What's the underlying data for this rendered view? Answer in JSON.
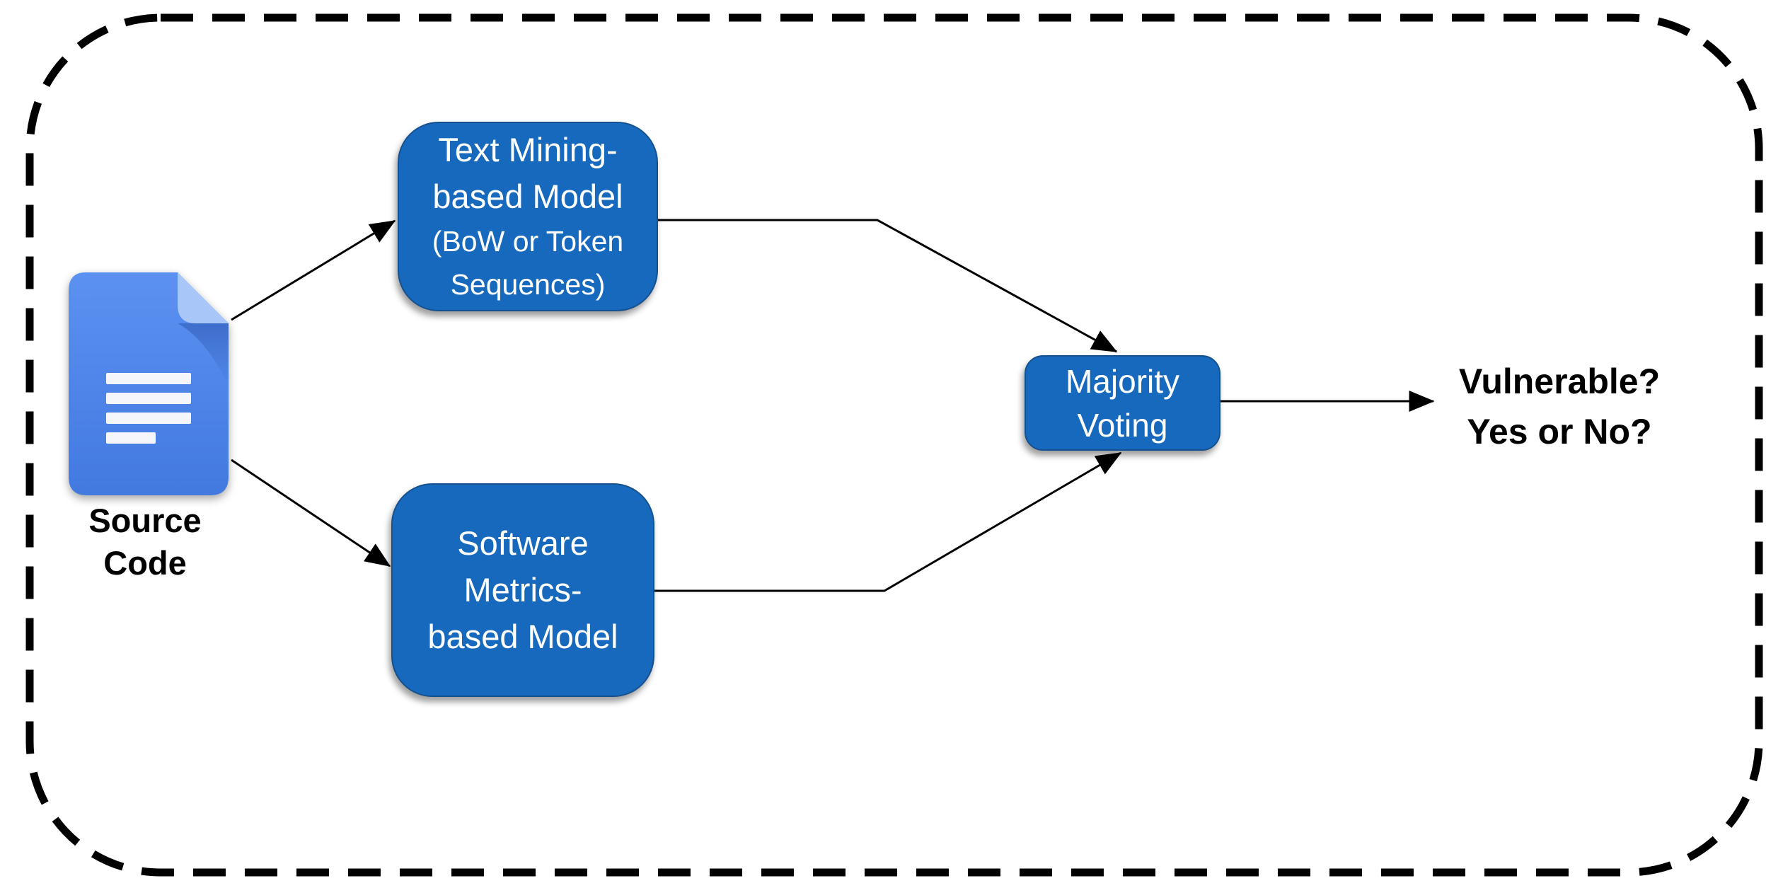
{
  "diagram_type": "flowchart",
  "nodes": {
    "source_code": {
      "caption": "Source\nCode",
      "icon": "document-icon"
    },
    "text_mining": {
      "label": "Text Mining-\nbased Model",
      "sublabel": "(BoW or Token\nSequences)"
    },
    "software_metrics": {
      "label": "Software\nMetrics-\nbased Model"
    },
    "majority_voting": {
      "label": "Majority\nVoting"
    },
    "output": {
      "label": "Vulnerable?\nYes or No?"
    }
  },
  "edges": [
    {
      "from": "source-code",
      "to": "text-mining"
    },
    {
      "from": "source-code",
      "to": "software-metrics"
    },
    {
      "from": "text-mining",
      "to": "majority-voting"
    },
    {
      "from": "software-metrics",
      "to": "majority-voting"
    },
    {
      "from": "majority-voting",
      "to": "output"
    }
  ],
  "colors": {
    "node_fill": "#1769BE",
    "node_border": "#15518F",
    "node_text": "#FFFFFF",
    "caption_text": "#000000",
    "connector": "#000000",
    "frame_border": "#000000",
    "doc_body": "#4A85F0",
    "doc_fold": "#A9C6F9",
    "doc_fold_shadow": "#3A66C4",
    "doc_lines": "#F4F6FB"
  }
}
